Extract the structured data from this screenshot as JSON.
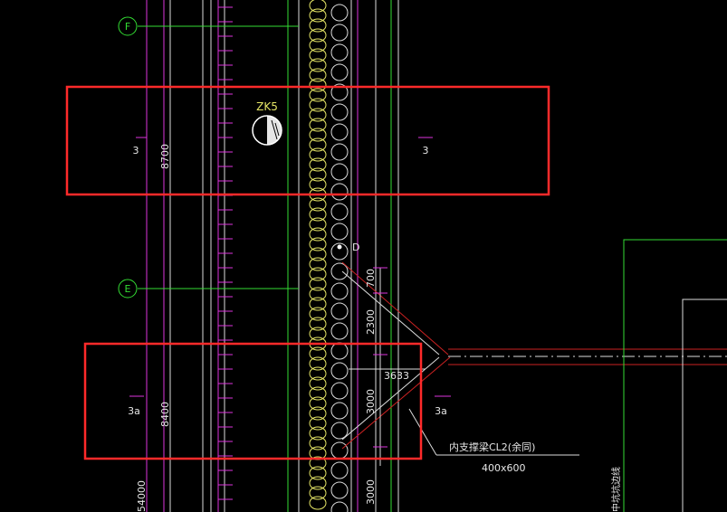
{
  "drawing": {
    "axes": [
      {
        "label": "F"
      },
      {
        "label": "E"
      }
    ],
    "column_label": "ZK5",
    "point_label": "D",
    "section_marks": [
      "3",
      "3",
      "3a",
      "3a"
    ],
    "dims": {
      "d_8700": "8700",
      "d_8400": "8400",
      "d_54000": "54000",
      "d_700": "700",
      "d_2300": "2300",
      "d_3633": "3633",
      "d_3000a": "3000",
      "d_3000b": "3000"
    },
    "beam_note": "内支撑梁CL2(余同)",
    "beam_size": "400x600",
    "side_note": "中坑坑边线",
    "colors": {
      "background": "#000000",
      "highlight_box": "#ff2a2a",
      "grid_green": "#33dd33",
      "magenta": "#dd33dd",
      "pile_yellow": "#e6e666",
      "beam_red": "#cc2222",
      "line_white": "#dcdcdc"
    }
  }
}
